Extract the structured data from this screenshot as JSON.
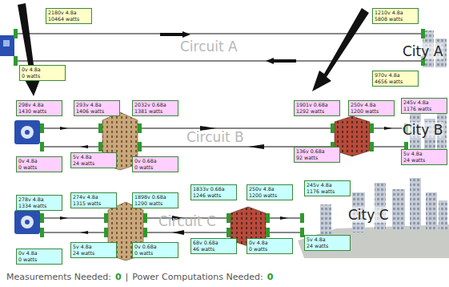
{
  "diagram": {
    "nodes": [
      {
        "text": [
          "2180v 4.8a",
          "10464 watts"
        ]
      },
      {
        "text": [
          "0v 4.8a",
          "0 watts"
        ]
      },
      {
        "text": [
          "1210v 4.8a",
          "5808 watts"
        ]
      },
      {
        "text": [
          "970v 4.8a",
          "4656 watts"
        ]
      },
      {
        "text": [
          "298v 4.8a",
          "1430 watts"
        ]
      },
      {
        "text": [
          "293v 4.8a",
          "1406 watts"
        ]
      },
      {
        "text": [
          "2032v 0.68a",
          "1381 watts"
        ]
      },
      {
        "text": [
          "1901v 0.68a",
          "1292 watts"
        ]
      },
      {
        "text": [
          "250v 4.8a",
          "1200 watts"
        ]
      },
      {
        "text": [
          "245v 4.8a",
          "1176 watts"
        ]
      },
      {
        "text": [
          "0v 4.8a",
          "0 watts"
        ]
      },
      {
        "text": [
          "5v 4.8a",
          "24 watts"
        ]
      },
      {
        "text": [
          "0v 0.68a",
          "0 watts"
        ]
      },
      {
        "text": [
          "136v 0.68a",
          "92 watts"
        ]
      },
      {
        "text": [
          "5v 4.8a",
          "24 watts"
        ]
      },
      {
        "text": [
          "278v 4.8a",
          "1334 watts"
        ]
      },
      {
        "text": [
          "274v 4.8a",
          "1315 watts"
        ]
      },
      {
        "text": [
          "1898v 0.68a",
          "1290 watts"
        ]
      },
      {
        "text": [
          "1833v 0.68a",
          "1246 watts"
        ]
      },
      {
        "text": [
          "250v 4.8a",
          "1200 watts"
        ]
      },
      {
        "text": [
          "245v 4.8a",
          "1176 watts"
        ]
      },
      {
        "text": [
          "0v 4.8a",
          "0 watts"
        ]
      },
      {
        "text": [
          "5v 4.8a",
          "24 watts"
        ]
      },
      {
        "text": [
          "0v 0.68a",
          "0 watts"
        ]
      },
      {
        "text": [
          "68v 0.68a",
          "46 watts"
        ]
      },
      {
        "text": [
          "0v 4.8a",
          "0 watts"
        ]
      },
      {
        "text": [
          "5v 4.8a",
          "24 watts"
        ]
      }
    ],
    "labels": [
      "Circuit A",
      "City A",
      "Circuit B",
      "City B",
      "Circuit C",
      "City C",
      "Measurements Needed:",
      "0",
      "|",
      "Power Computations Needed:",
      "0"
    ]
  }
}
